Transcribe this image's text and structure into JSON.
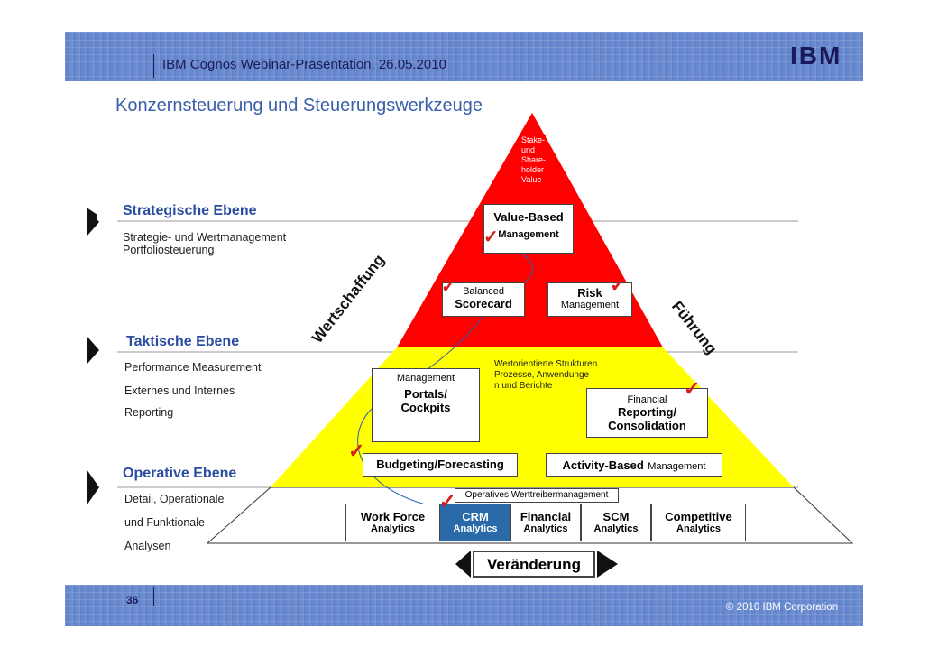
{
  "header": {
    "title": "IBM Cognos Webinar-Präsentation, 26.05.2010",
    "logo": "IBM"
  },
  "slide_title": "Konzernsteuerung und Steuerungswerkzeuge",
  "levels": {
    "strategic": {
      "title": "Strategische Ebene",
      "line1": "Strategie- und Wertmanagement",
      "line2": "Portfoliosteuerung"
    },
    "tactical": {
      "title": "Taktische Ebene",
      "line1": "Performance Measurement",
      "line2": "Externes und Internes",
      "line3": "Reporting"
    },
    "operative": {
      "title": "Operative Ebene",
      "line1": "Detail, Operationale",
      "line2": "und Funktionale",
      "line3": "Analysen"
    }
  },
  "pyramid": {
    "top_text": [
      "Stake-",
      "und",
      "Share-",
      "holder",
      "Value"
    ],
    "value_based": {
      "line1": "Value-Based",
      "line2": "Management"
    },
    "balanced": {
      "line1": "Balanced",
      "line2": "Scorecard"
    },
    "risk": {
      "line1": "Risk",
      "line2": "Management"
    },
    "portals": {
      "line1": "Management",
      "line2": "Portals/",
      "line3": "Cockpits"
    },
    "wertorientiert": {
      "line1": "Wertorientierte Strukturen",
      "line2": "Prozesse, Anwendunge",
      "line3": "n und Berichte"
    },
    "financial_reporting": {
      "line1": "Financial",
      "line2": "Reporting/",
      "line3": "Consolidation"
    },
    "budgeting": "Budgeting/Forecasting",
    "activity_based": {
      "bold": "Activity-Based",
      "normal": "Management"
    },
    "operatives": "Operatives Werttreibermanagement",
    "analytics": [
      {
        "name": "Work Force",
        "sub": "Analytics"
      },
      {
        "name": "CRM",
        "sub": "Analytics"
      },
      {
        "name": "Financial",
        "sub": "Analytics"
      },
      {
        "name": "SCM",
        "sub": "Analytics"
      },
      {
        "name": "Competitive",
        "sub": "Analytics"
      }
    ],
    "wertschaffung": "Wertschaffung",
    "fuehrung": "Führung",
    "veraenderung": "Veränderung"
  },
  "footer": {
    "page": "36",
    "copyright": "© 2010 IBM Corporation"
  },
  "colors": {
    "red": "#ff0000",
    "yellow": "#ffff00",
    "navy": "#1a2a6a",
    "band": "#6f8fd0"
  }
}
